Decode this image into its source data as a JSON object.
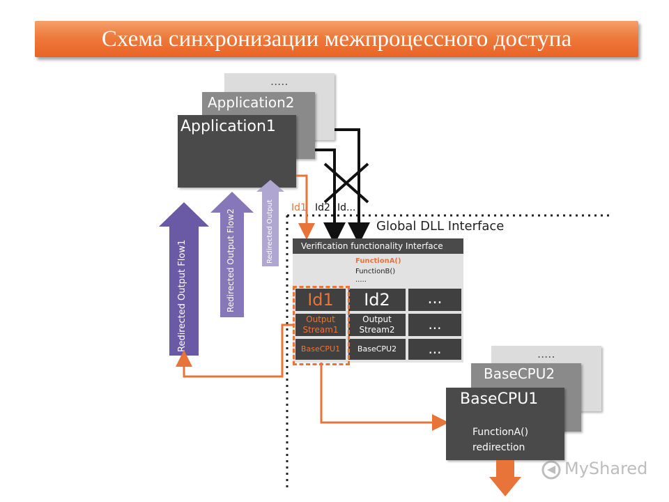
{
  "title": "Схема синхронизации межпроцессного доступа",
  "apps": {
    "more": ".....",
    "app2": "Application2",
    "app1": "Application1"
  },
  "flows": {
    "flow1": "Redirected Output Flow1",
    "flow2": "Redirected Output Flow2",
    "flow3": "Redirected Output"
  },
  "ids_row": {
    "id1": "Id1",
    "id2": "Id2",
    "idn": "Id..."
  },
  "global_interface": "Global DLL Interface",
  "verification": {
    "header": "Verification functionality Interface",
    "function_a": "FunctionA()",
    "function_b": "FunctionB()",
    "more": "....."
  },
  "table": {
    "row1": [
      "Id1",
      "Id2",
      "..."
    ],
    "row2": [
      [
        "Output",
        "Stream1"
      ],
      [
        "Output",
        "Stream2"
      ],
      "..."
    ],
    "row3": [
      "BaseCPU1",
      "BaseCPU2",
      "..."
    ]
  },
  "cpus": {
    "more": ".....",
    "cpu2": "BaseCPU2",
    "cpu1": "BaseCPU1",
    "cpu1_desc_line1": "FunctionA()",
    "cpu1_desc_line2": "redirection"
  },
  "watermark": "MyShared",
  "colors": {
    "orange": "#e8743a",
    "purple": "#6a5aa6",
    "dark": "#4a4a4a",
    "title": "#ee7a3c"
  }
}
